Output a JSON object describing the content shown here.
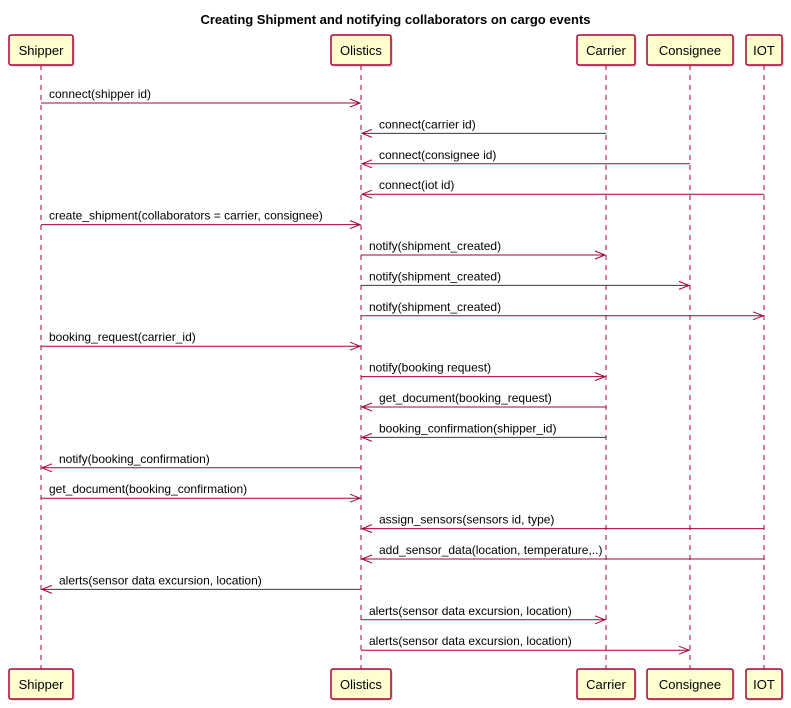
{
  "title": "Creating Shipment and notifying collaborators on cargo events",
  "colors": {
    "participant_fill": "#FEFECE",
    "participant_border": "#A80036",
    "arrow": "#A80036",
    "lifeline": "#A80036"
  },
  "participants": [
    {
      "id": "shipper",
      "label": "Shipper"
    },
    {
      "id": "olistics",
      "label": "Olistics"
    },
    {
      "id": "carrier",
      "label": "Carrier"
    },
    {
      "id": "consignee",
      "label": "Consignee"
    },
    {
      "id": "iot",
      "label": "IOT"
    }
  ],
  "messages": [
    {
      "from": "shipper",
      "to": "olistics",
      "label": "connect(shipper id)"
    },
    {
      "from": "carrier",
      "to": "olistics",
      "label": "connect(carrier id)"
    },
    {
      "from": "consignee",
      "to": "olistics",
      "label": "connect(consignee id)"
    },
    {
      "from": "iot",
      "to": "olistics",
      "label": "connect(iot id)"
    },
    {
      "from": "shipper",
      "to": "olistics",
      "label": "create_shipment(collaborators = carrier, consignee)"
    },
    {
      "from": "olistics",
      "to": "carrier",
      "label": "notify(shipment_created)"
    },
    {
      "from": "olistics",
      "to": "consignee",
      "label": "notify(shipment_created)"
    },
    {
      "from": "olistics",
      "to": "iot",
      "label": "notify(shipment_created)"
    },
    {
      "from": "shipper",
      "to": "olistics",
      "label": "booking_request(carrier_id)"
    },
    {
      "from": "olistics",
      "to": "carrier",
      "label": "notify(booking request)"
    },
    {
      "from": "carrier",
      "to": "olistics",
      "label": "get_document(booking_request)"
    },
    {
      "from": "carrier",
      "to": "olistics",
      "label": "booking_confirmation(shipper_id)"
    },
    {
      "from": "olistics",
      "to": "shipper",
      "label": "notify(booking_confirmation)"
    },
    {
      "from": "shipper",
      "to": "olistics",
      "label": "get_document(booking_confirmation)"
    },
    {
      "from": "iot",
      "to": "olistics",
      "label": "assign_sensors(sensors id, type)"
    },
    {
      "from": "iot",
      "to": "olistics",
      "label": "add_sensor_data(location, temperature,..)"
    },
    {
      "from": "olistics",
      "to": "shipper",
      "label": "alerts(sensor data excursion, location)"
    },
    {
      "from": "olistics",
      "to": "carrier",
      "label": "alerts(sensor data excursion, location)"
    },
    {
      "from": "olistics",
      "to": "consignee",
      "label": "alerts(sensor data excursion, location)"
    }
  ]
}
